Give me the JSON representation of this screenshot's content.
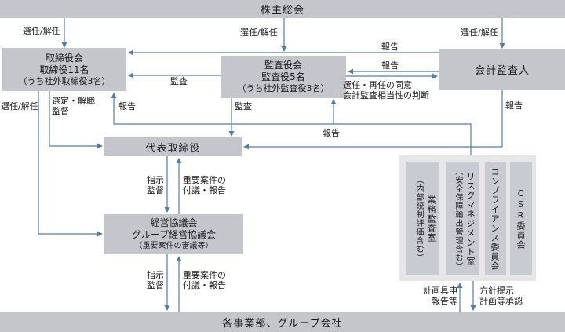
{
  "title_bars": {
    "top": "株主総会",
    "bottom": "各事業部、グループ会社"
  },
  "boxes": {
    "board": {
      "line1": "取締役会",
      "line2": "取締役11名",
      "line3": "（うち社外取締役3名）"
    },
    "audit_board": {
      "line1": "監査役会",
      "line2": "監査役5名",
      "line3": "（うち社外監査役3名）"
    },
    "accounting_auditor": {
      "label": "会計監査人"
    },
    "representative_director": {
      "label": "代表取締役"
    },
    "management_council": {
      "line1": "経営協議会",
      "line2": "グループ経営協議会",
      "line3": "（重要案件の審議等）"
    }
  },
  "committees": {
    "items": [
      {
        "name": "業務監査室",
        "note": "（内部統制評価含む）"
      },
      {
        "name": "リスクマネジメント室",
        "note": "（安全保障輸出管理含む）"
      },
      {
        "name": "コンプライアンス委員会",
        "note": ""
      },
      {
        "name": "CSR委員会",
        "note": ""
      }
    ]
  },
  "edge_labels": {
    "appoint_top_left": "選任/解任",
    "appoint_top_center": "選任/解任",
    "appoint_top_right": "選任/解任",
    "report_long": "報告",
    "report_between": "報告",
    "consent_line1": "選任・再任の同意",
    "consent_line2": "会計監査相当性の判断",
    "audit_to_board": "監査",
    "appoint_left_side": "選任/解任",
    "select_dismiss": "選定・解職",
    "supervision": "監督",
    "report_to_board_up": "報告",
    "audit_to_rep": "監査",
    "report_to_auditors_up": "報告",
    "report_from_accounting_down": "報告",
    "instruct_upper": "指示",
    "supervise_upper": "監督",
    "important_upper_1": "重要案件の",
    "important_upper_2": "付議・報告",
    "instruct_lower": "指示",
    "supervise_lower": "監督",
    "important_lower_1": "重要案件の",
    "important_lower_2": "付議・報告",
    "plan_line1": "計画具申",
    "plan_line2": "報告等",
    "policy_line1": "方針提示",
    "policy_line2": "計画等承認"
  },
  "colors": {
    "box_fill": "#c4c6cc",
    "committee_container_fill": "#e7e7ea",
    "committee_box_fill": "#c9cbd2",
    "arrow": "#587aa6",
    "text": "#1a1a1a"
  }
}
